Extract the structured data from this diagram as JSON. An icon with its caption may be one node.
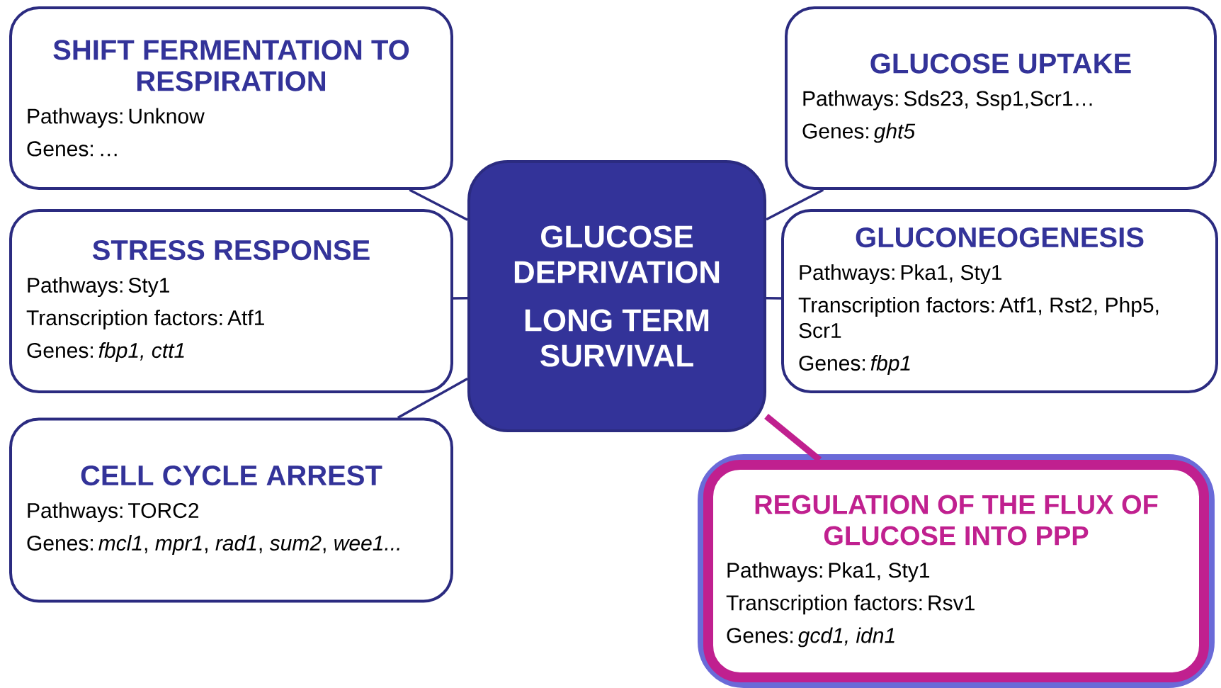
{
  "diagram": {
    "nodes": [
      {
        "text": [
          "SHIFT FERMENTATION TO RESPIRATION",
          "Pathways: Unknow",
          "Genes: …"
        ]
      },
      {
        "text": [
          "GLUCOSE UPTAKE",
          "Pathways: Sds23, Ssp1,Scr1…",
          "Genes: *ght5*"
        ]
      },
      {
        "text": [
          "GLUCOSE DEPRIVATION",
          "LONG TERM SURVIVAL"
        ]
      },
      {
        "text": [
          "STRESS RESPONSE",
          "Pathways: Sty1",
          "Transcription factors: Atf1",
          "Genes: *fbp1, ctt1*"
        ]
      },
      {
        "text": [
          "GLUCONEOGENESIS",
          "Pathways: Pka1, Sty1",
          "Transcription factors: Atf1, Rst2, Php5, Scr1",
          "Genes: *fbp1*"
        ]
      },
      {
        "text": [
          "CELL CYCLE ARREST",
          "Pathways: TORC2",
          "Genes: *mcl1*, *mpr1*, *rad1*, *sum2*, *wee1...*"
        ]
      },
      {
        "text": [
          "REGULATION OF THE FLUX OF GLUCOSE INTO PPP",
          "Pathways: Pka1, Sty1",
          "Transcription factors: Rsv1",
          "Genes: *gcd1, idn1*"
        ]
      }
    ],
    "edges": [
      {
        "from": 2,
        "to": 0,
        "arrow": "none"
      },
      {
        "from": 2,
        "to": 1,
        "arrow": "none"
      },
      {
        "from": 2,
        "to": 3,
        "arrow": "none"
      },
      {
        "from": 2,
        "to": 4,
        "arrow": "none"
      },
      {
        "from": 2,
        "to": 5,
        "arrow": "none"
      },
      {
        "from": 2,
        "to": 6,
        "arrow": "none",
        "style": "thick",
        "color": "#c0208f"
      }
    ]
  }
}
